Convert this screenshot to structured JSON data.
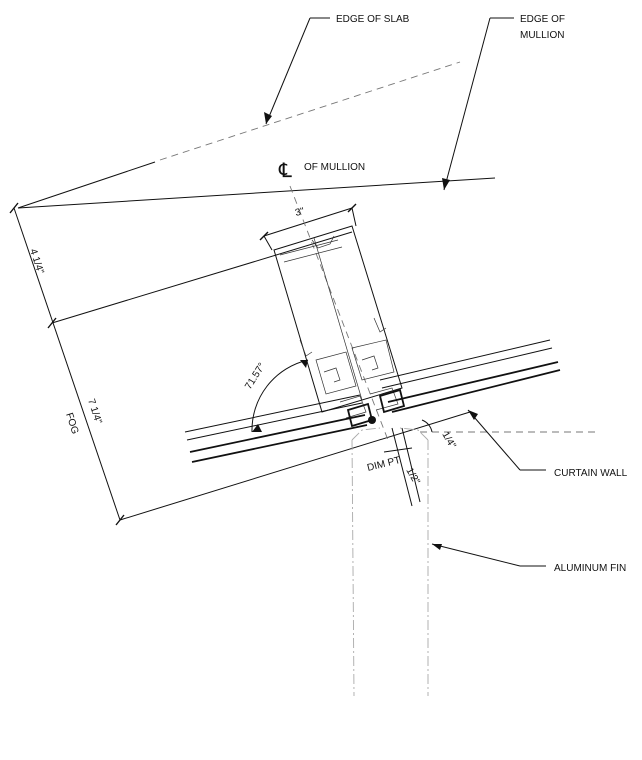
{
  "labels": {
    "edge_of_slab": "EDGE OF SLAB",
    "edge_of_mullion_1": "EDGE OF",
    "edge_of_mullion_2": "MULLION",
    "centerline_symbol": "℄",
    "of_mullion": "OF MULLION",
    "curtain_wall": "CURTAIN WALL",
    "aluminum_fin": "ALUMINUM FIN",
    "dim_pt": "DIM PT",
    "fog": "FOG"
  },
  "dimensions": {
    "mullion_width": "3\"",
    "slab_to_mullion": "4 1/4\"",
    "mullion_to_fog": "7 1/4\"",
    "angle": "71.57°",
    "quarter_inch": "1/4\"",
    "half_inch": "1/2\""
  },
  "colors": {
    "line": "#111111",
    "ghost": "#aaaaaa",
    "background": "#ffffff"
  }
}
